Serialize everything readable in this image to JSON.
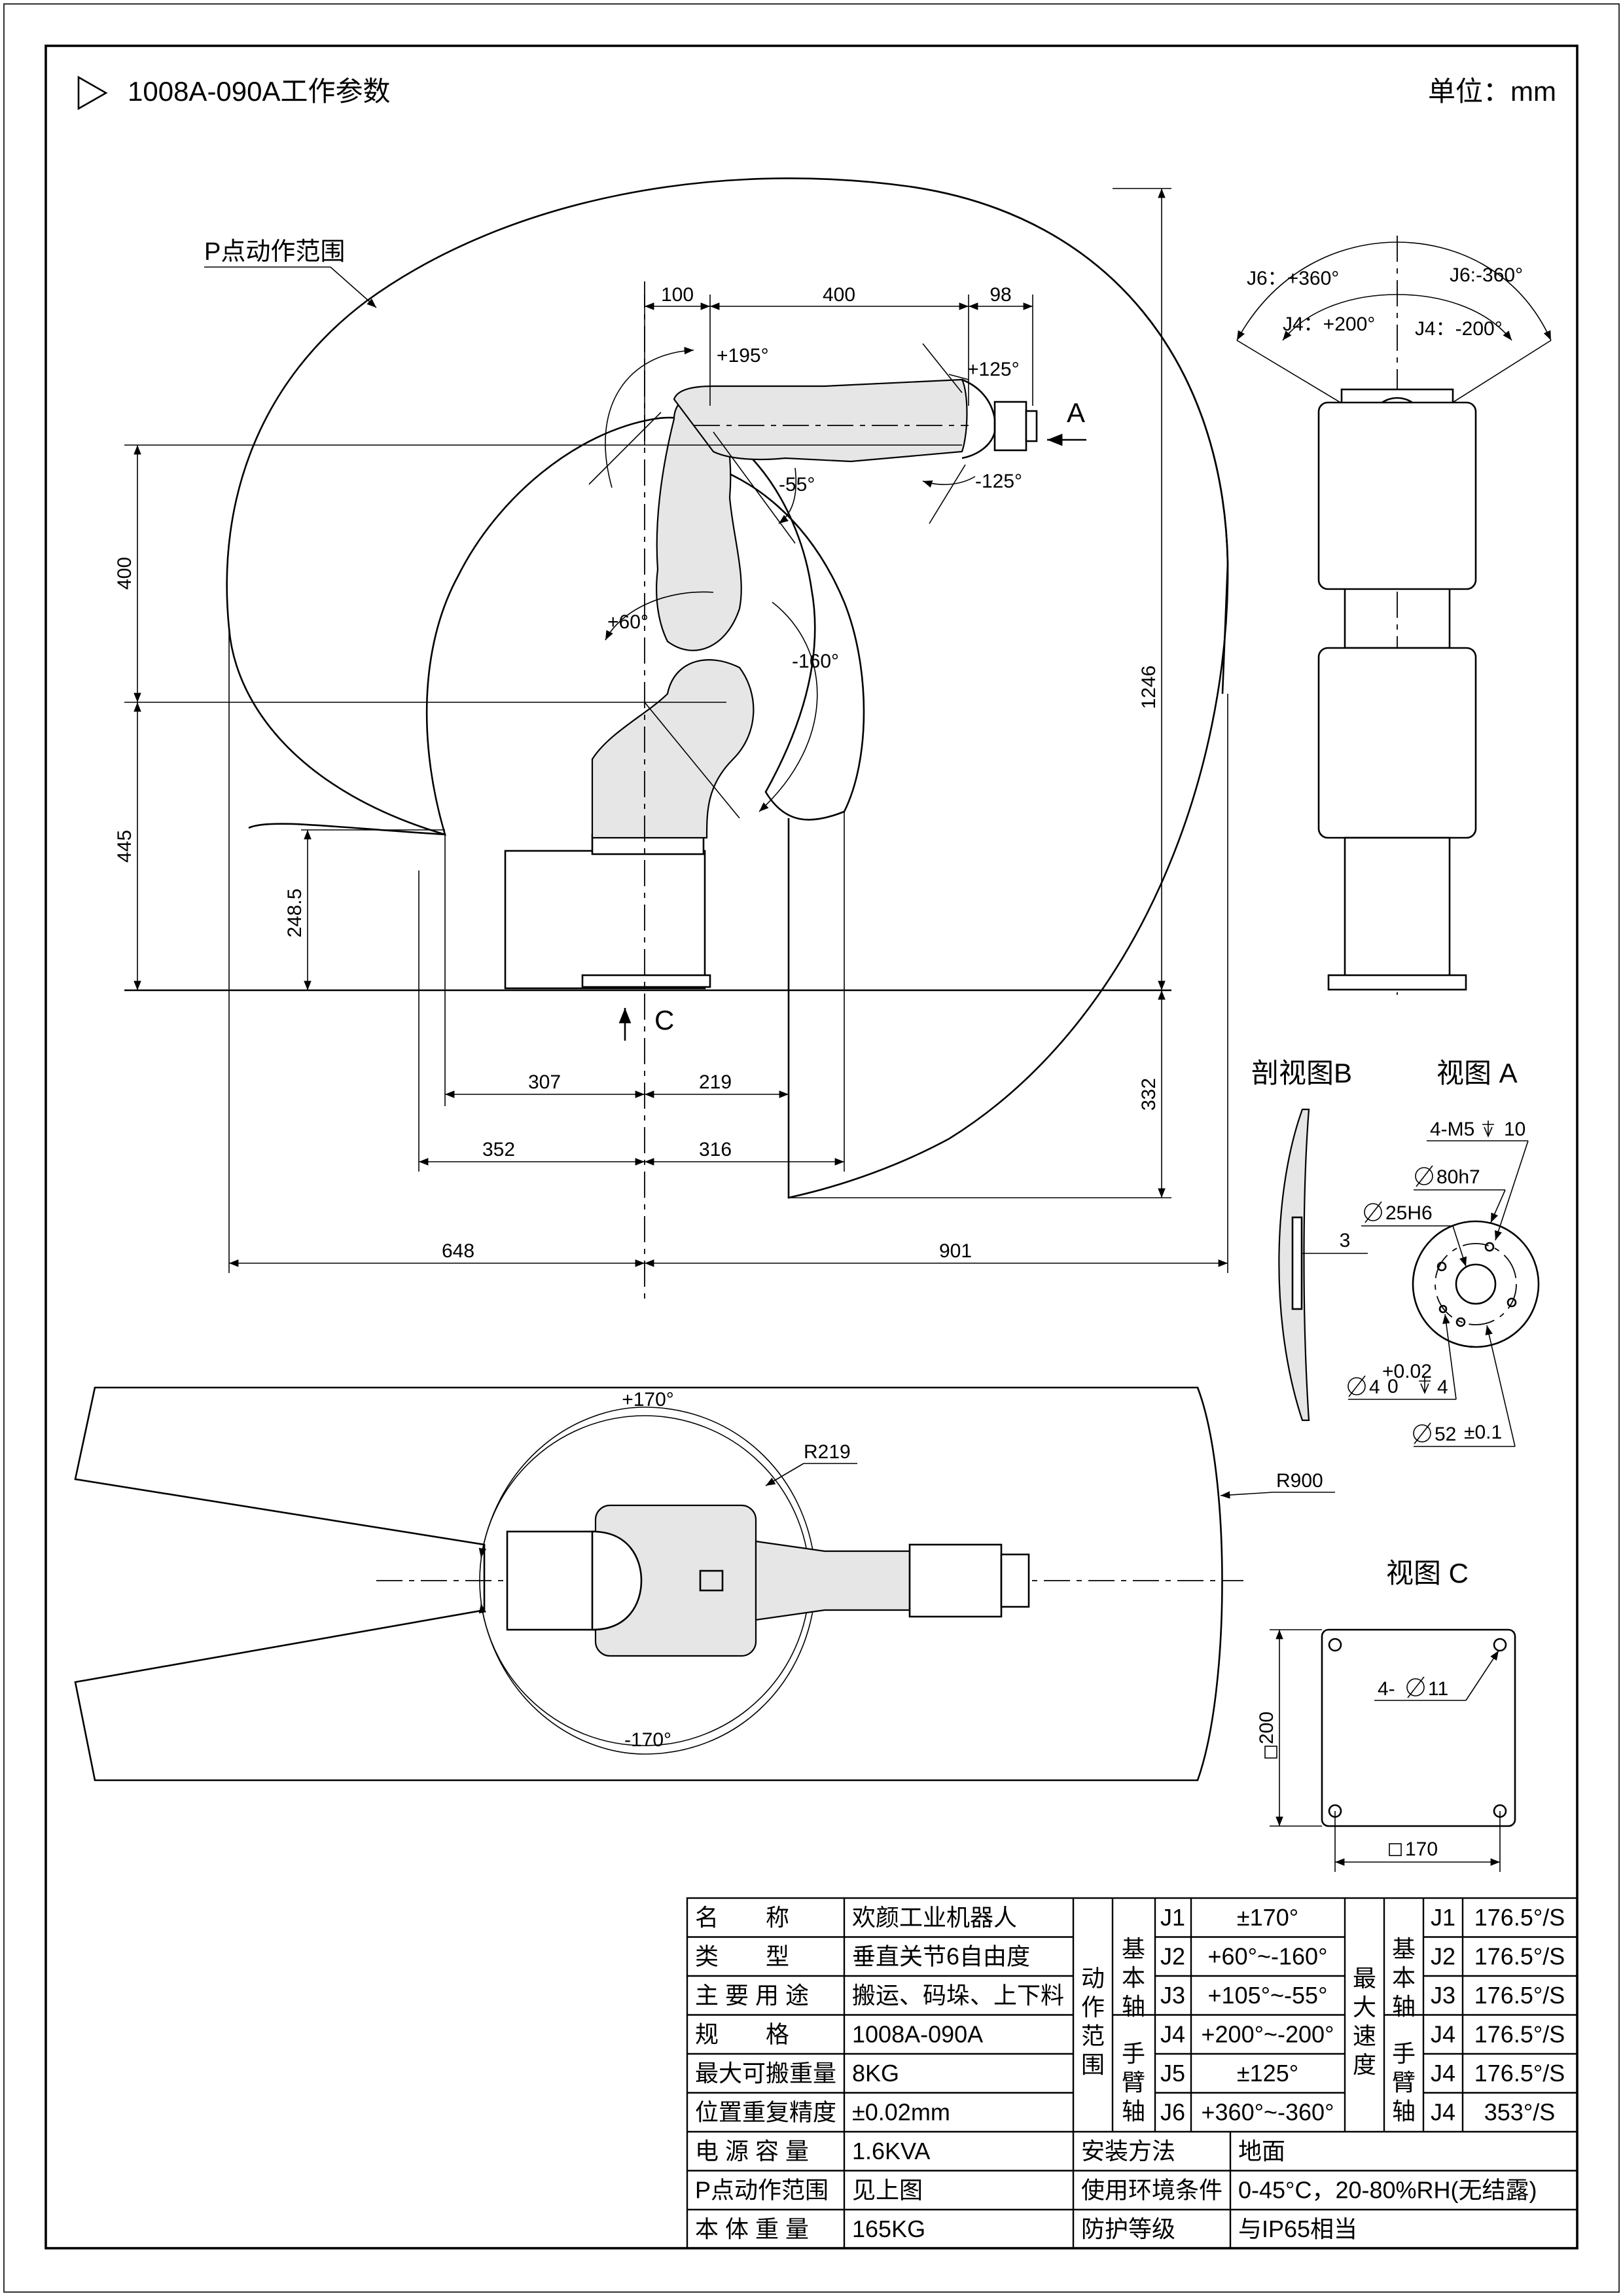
{
  "header": {
    "title": "1008A-090A工作参数",
    "unit": "单位：mm"
  },
  "side_view": {
    "work_range_label": "P点动作范围",
    "dims": {
      "d100": "100",
      "d400_top": "400",
      "d98": "98",
      "d400_left": "400",
      "d445": "445",
      "d248_5": "248.5",
      "d1246": "1246",
      "d332": "332",
      "d307": "307",
      "d219": "219",
      "d352": "352",
      "d316": "316",
      "d648": "648",
      "d901": "901"
    },
    "angles": {
      "a_p195": "+195°",
      "a_p125": "+125°",
      "a_m55": "-55°",
      "a_m125": "-125°",
      "a_p60": "+60°",
      "a_m160": "-160°"
    },
    "arrow_A": "A",
    "arrow_C": "C"
  },
  "front_view": {
    "j6_pos": "J6：+360°",
    "j6_neg": "J6:-360°",
    "j4_pos": "J4：+200°",
    "j4_neg": "J4：-200°"
  },
  "top_view": {
    "a_p170": "+170°",
    "a_m170": "-170°",
    "r219": "R219",
    "r900": "R900"
  },
  "section_b": {
    "title": "剖视图B",
    "dim3": "3"
  },
  "view_a": {
    "title": "视图 A",
    "m5": "4-M5",
    "m5_depth": "10",
    "d80": "80h7",
    "d25": "25H6",
    "d4": "4",
    "d4_tol_up": "+0.02",
    "d4_tol_low": "0",
    "d4_depth": "4",
    "d52": "52",
    "d52_tol": "±0.1"
  },
  "view_c": {
    "title": "视图 C",
    "holes": "4-",
    "holes_d": "11",
    "sq200": "200",
    "sq170": "170"
  },
  "spec_table": {
    "left_rows": [
      {
        "label": "名　　称",
        "value": "欢颜工业机器人"
      },
      {
        "label": "类　　型",
        "value": "垂直关节6自由度"
      },
      {
        "label": "主 要 用 途",
        "value": "搬运、码垛、上下料"
      },
      {
        "label": "规　　格",
        "value": "1008A-090A"
      },
      {
        "label": "最大可搬重量",
        "value": "8KG"
      },
      {
        "label": "位置重复精度",
        "value": "±0.02mm"
      }
    ],
    "motion_range_label": "动作范围",
    "base_axis_label": "基本轴",
    "arm_axis_label": "手臂轴",
    "max_speed_label": "最大速度",
    "ranges": [
      {
        "joint": "J1",
        "range": "±170°"
      },
      {
        "joint": "J2",
        "range": "+60°~-160°"
      },
      {
        "joint": "J3",
        "range": "+105°~-55°"
      },
      {
        "joint": "J4",
        "range": "+200°~-200°"
      },
      {
        "joint": "J5",
        "range": "±125°"
      },
      {
        "joint": "J6",
        "range": "+360°~-360°"
      }
    ],
    "speeds": [
      {
        "joint": "J1",
        "speed": "176.5°/S"
      },
      {
        "joint": "J2",
        "speed": "176.5°/S"
      },
      {
        "joint": "J3",
        "speed": "176.5°/S"
      },
      {
        "joint": "J4",
        "speed": "176.5°/S"
      },
      {
        "joint": "J4",
        "speed": "176.5°/S"
      },
      {
        "joint": "J4",
        "speed": "353°/S"
      }
    ],
    "bottom_rows": [
      {
        "label": "电 源 容 量",
        "value": "1.6KVA",
        "label2": "安装方法",
        "value2": "地面"
      },
      {
        "label": "P点动作范围",
        "value": "见上图",
        "label2": "使用环境条件",
        "value2": "0-45°C，20-80%RH(无结露)"
      },
      {
        "label": "本 体 重 量",
        "value": "165KG",
        "label2": "防护等级",
        "value2": "与IP65相当"
      }
    ]
  }
}
